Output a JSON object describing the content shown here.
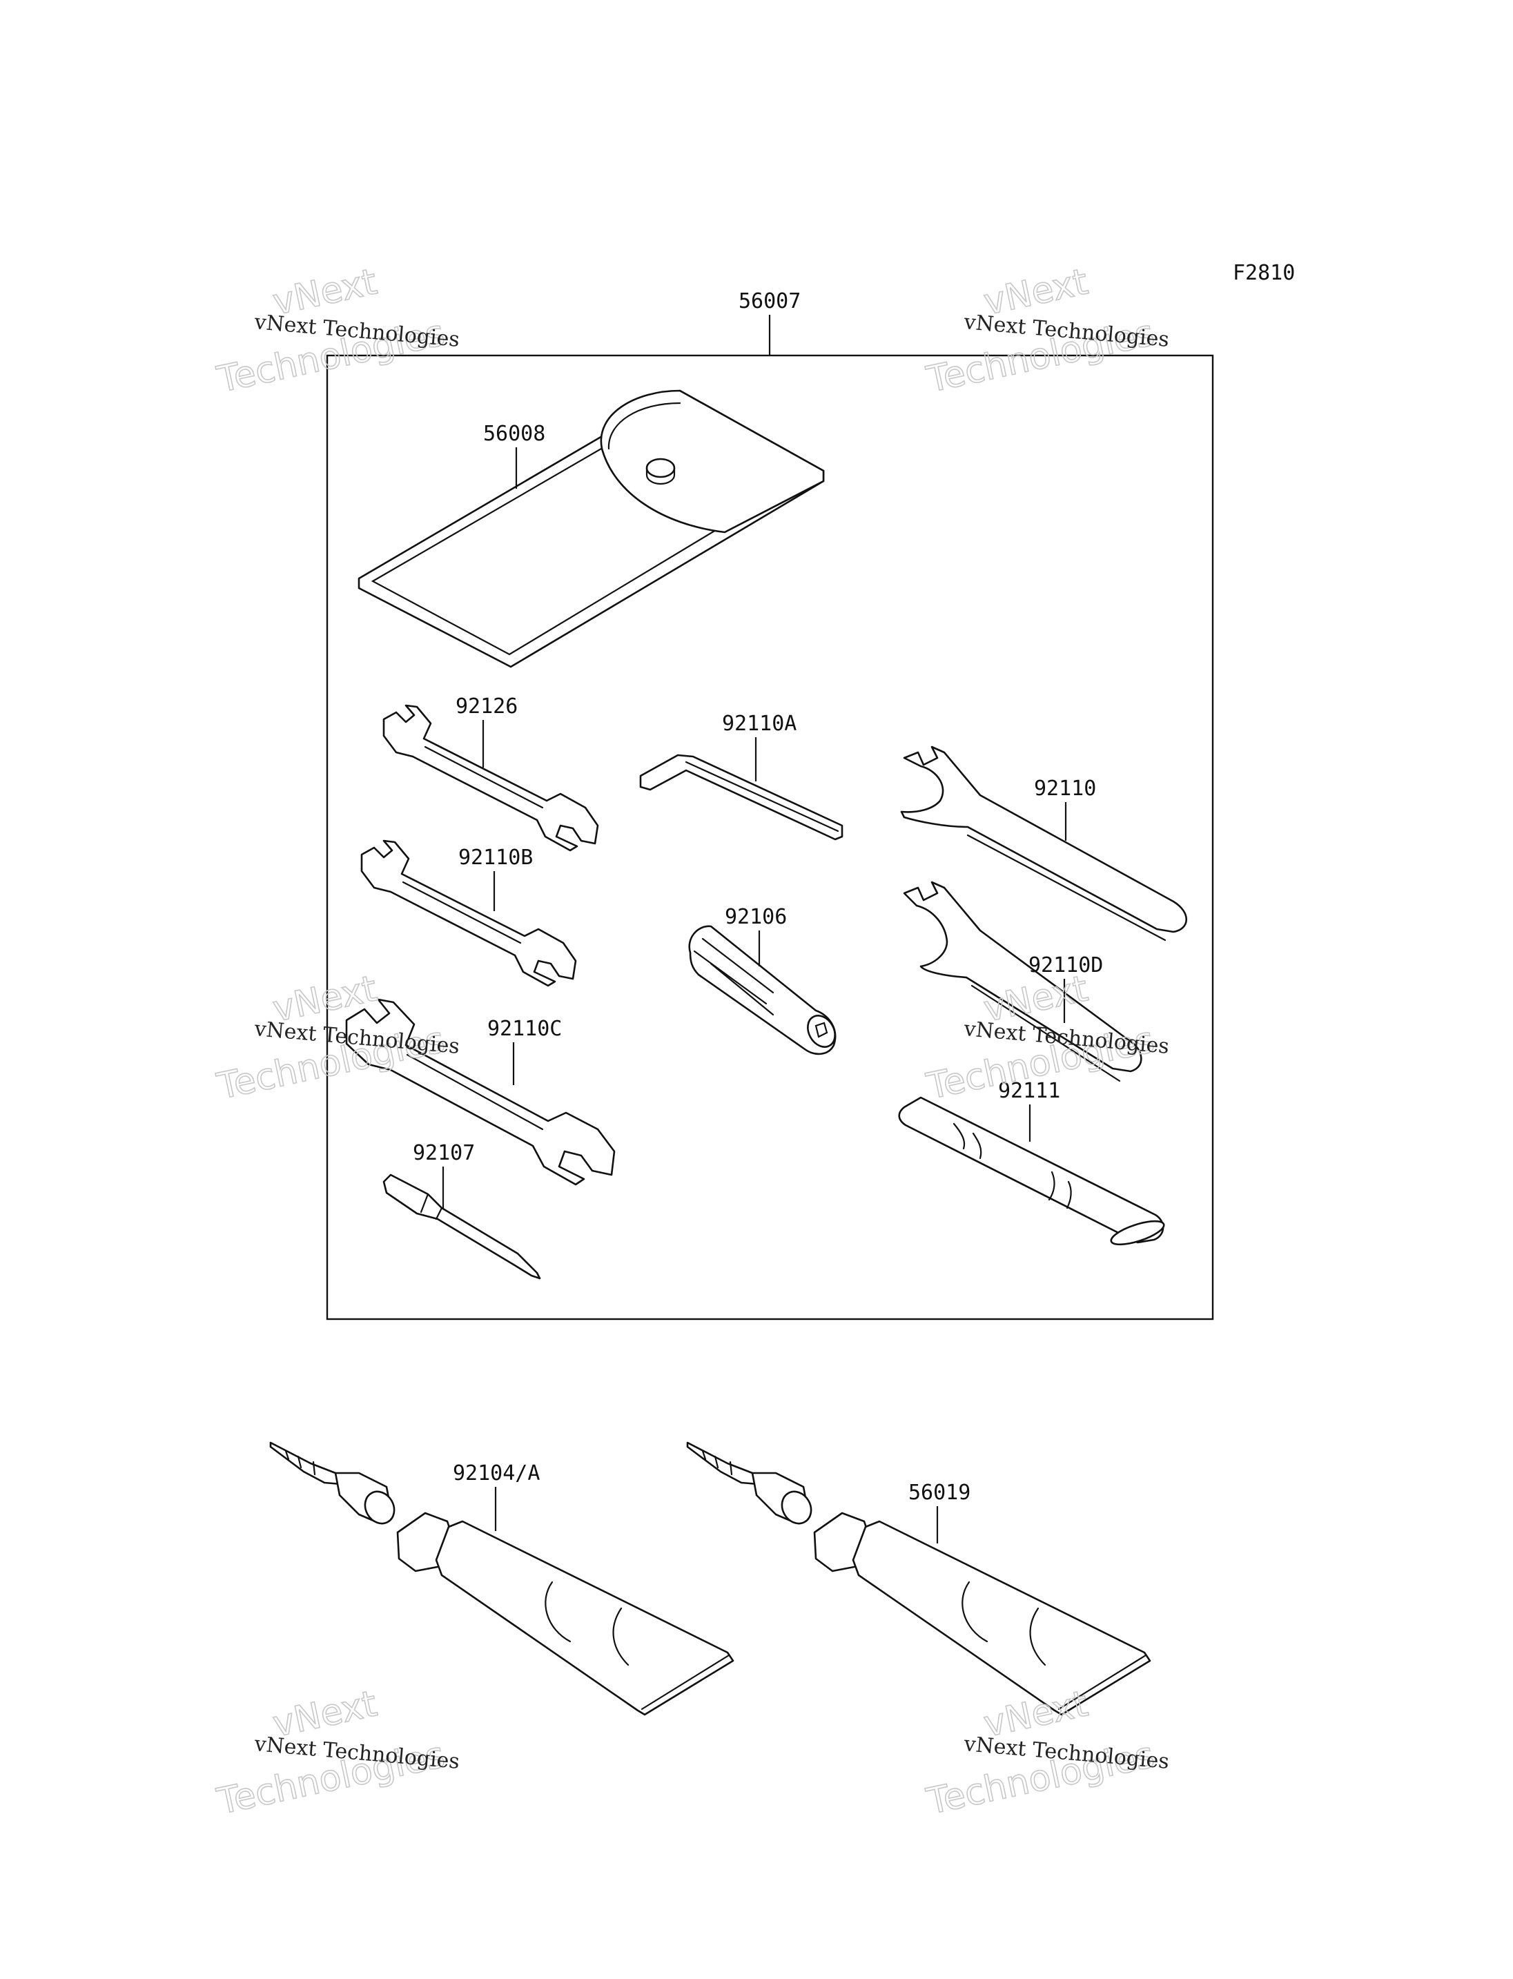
{
  "figure_code": "F2810",
  "kit_label": "56007",
  "parts": [
    {
      "id": "pouch",
      "label": "56008"
    },
    {
      "id": "wrench_a",
      "label": "92126"
    },
    {
      "id": "hex_key",
      "label": "92110A"
    },
    {
      "id": "hook_wrench",
      "label": "92110"
    },
    {
      "id": "wrench_b",
      "label": "92110B"
    },
    {
      "id": "driver_handle",
      "label": "92106"
    },
    {
      "id": "hook_wrench_d",
      "label": "92110D"
    },
    {
      "id": "wrench_c",
      "label": "92110C"
    },
    {
      "id": "extension_bar",
      "label": "92111"
    },
    {
      "id": "screwdriver_bit",
      "label": "92107"
    },
    {
      "id": "grease_tube_a",
      "label": "92104/A"
    },
    {
      "id": "grease_tube_b",
      "label": "56019"
    }
  ],
  "watermark": {
    "line_small": "vNext Technologies",
    "line_big_1": "vNext",
    "line_big_2": "Technologies"
  }
}
